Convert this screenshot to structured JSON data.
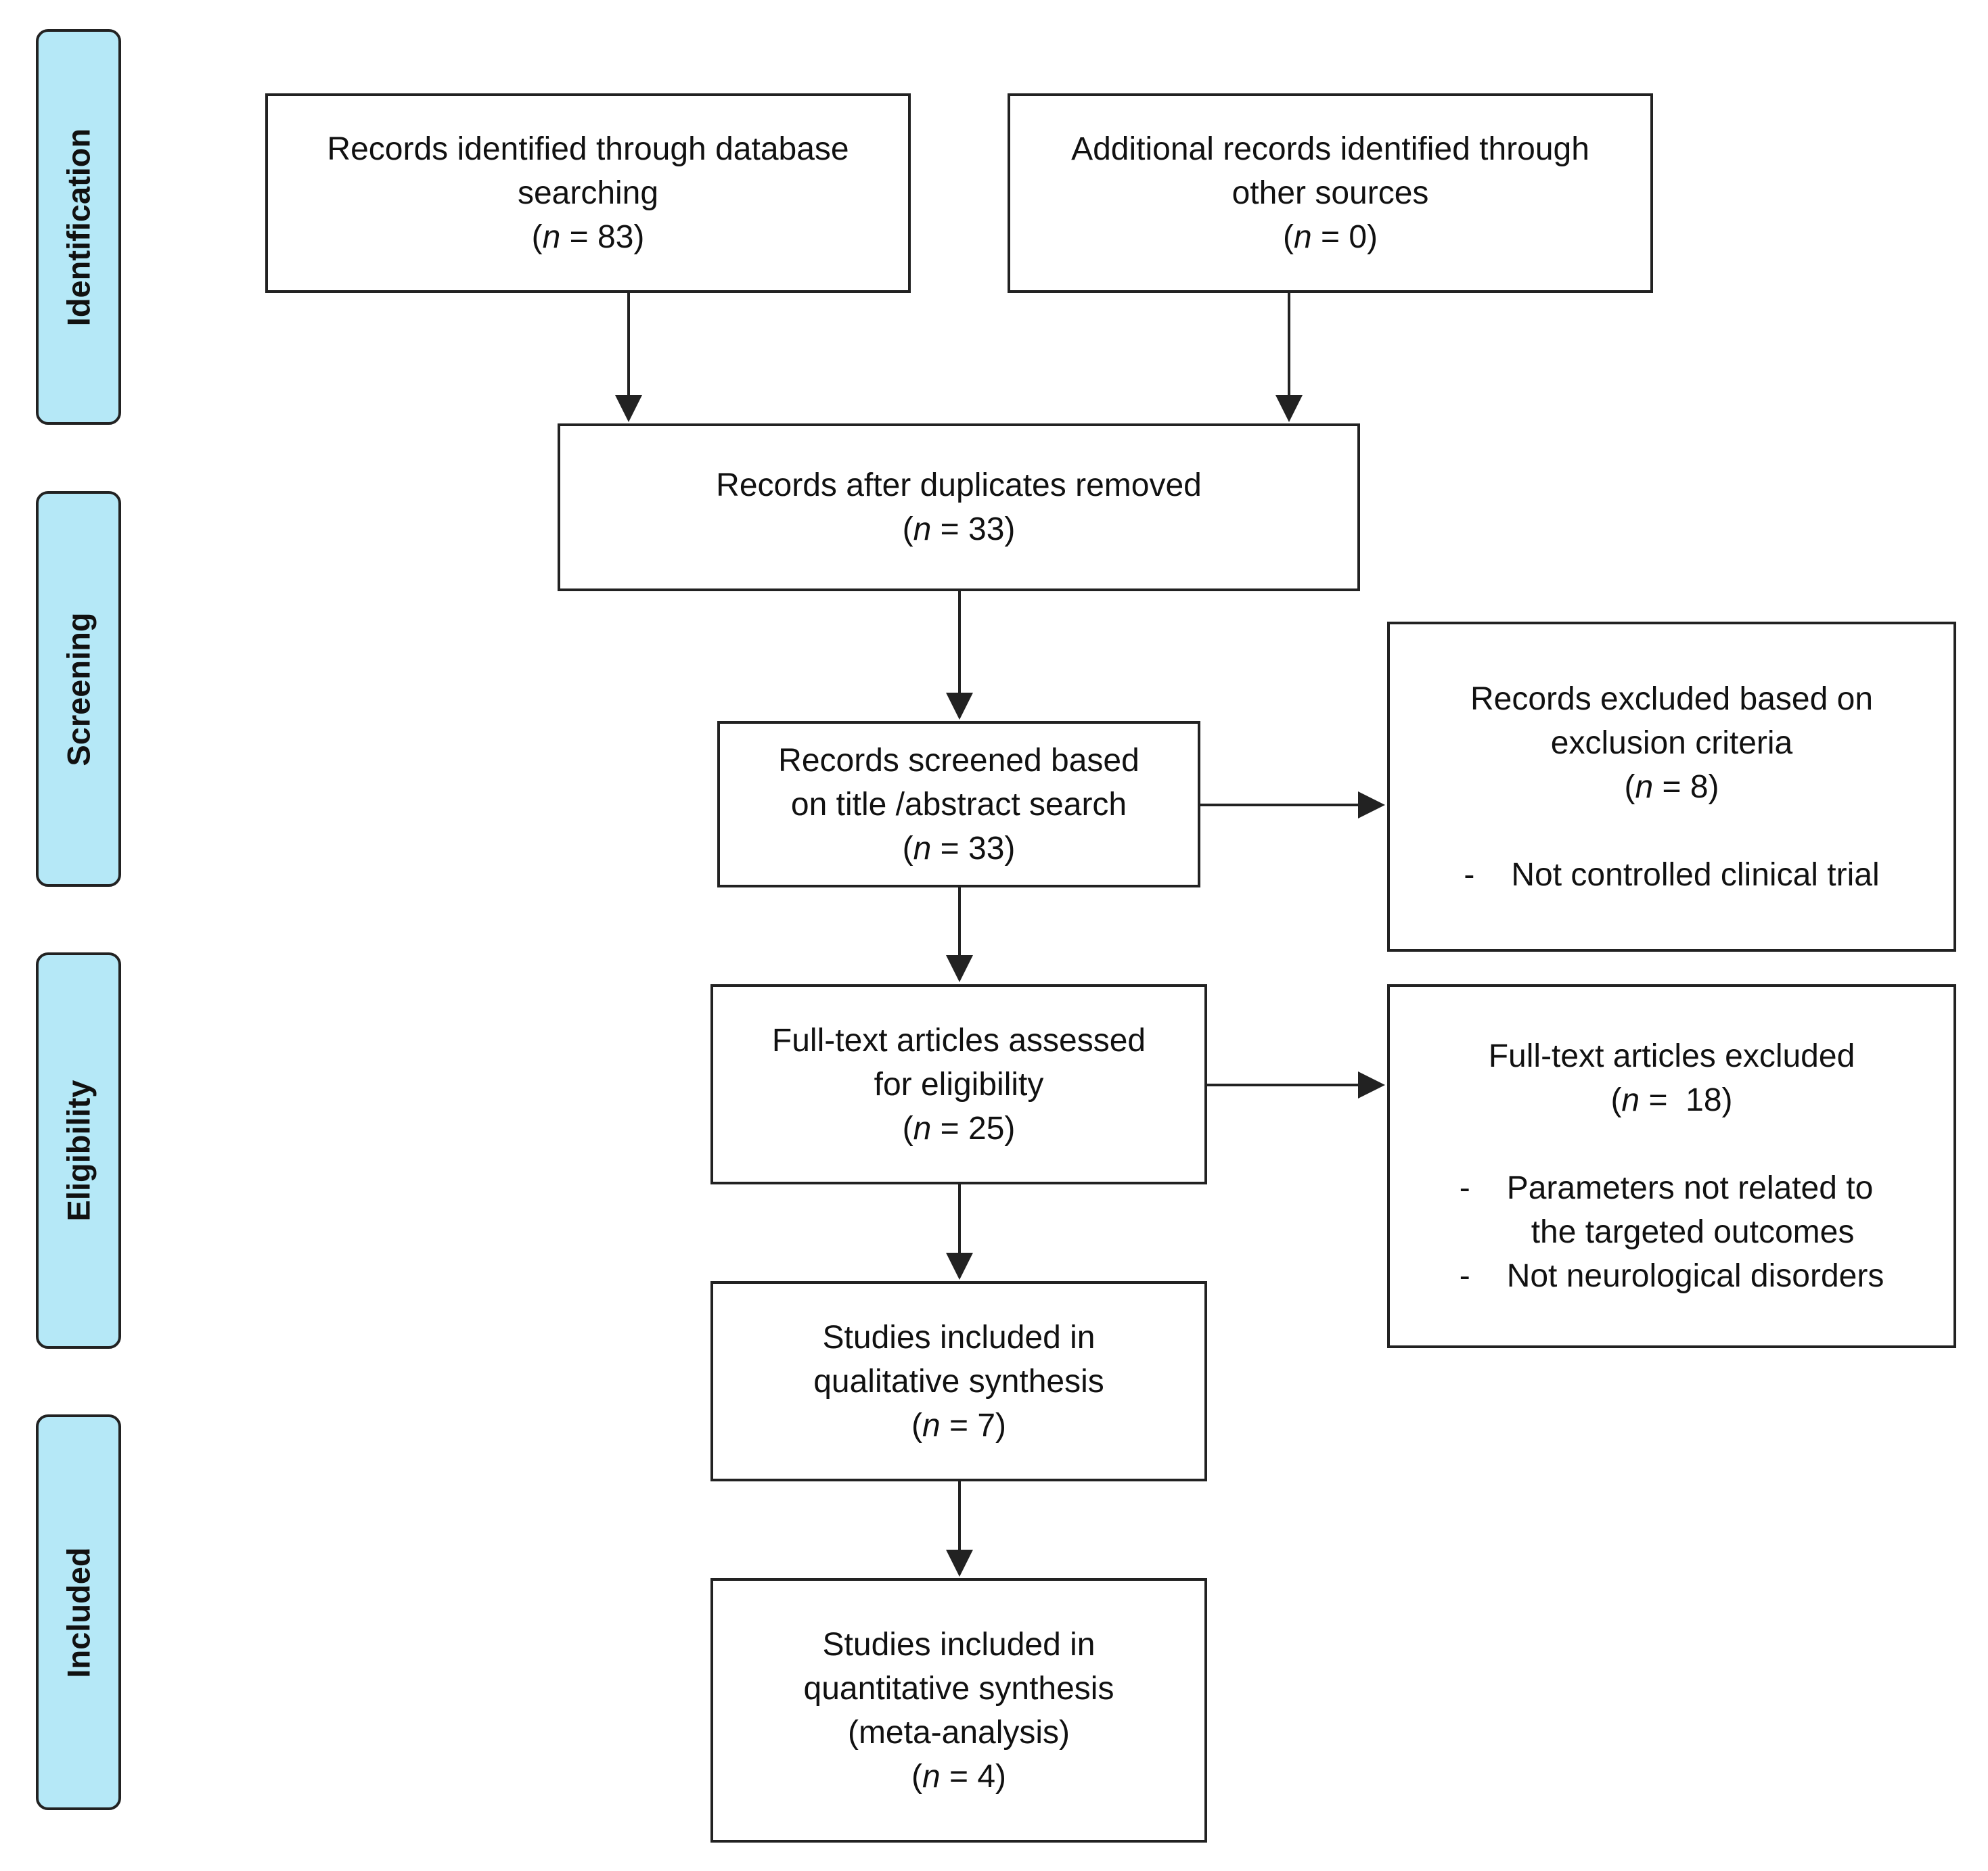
{
  "stages": {
    "identification": "Identification",
    "screening": "Screening",
    "eligibility": "Eligibility",
    "included": "Included"
  },
  "boxes": {
    "database": {
      "line1": "Records identified through database",
      "line2": "searching",
      "count": "(n = 83)",
      "n_prefix": "(",
      "n_var": "n",
      "n_rest": " = 83)"
    },
    "other_sources": {
      "line1": "Additional records identified through",
      "line2": "other sources",
      "n_prefix": "(",
      "n_var": "n",
      "n_rest": " = 0)"
    },
    "duplicates": {
      "line1": "Records after duplicates removed",
      "n_prefix": "(",
      "n_var": "n",
      "n_rest": " = 33)"
    },
    "screened": {
      "line1": "Records screened based",
      "line2": "on title /abstract search",
      "n_prefix": "(",
      "n_var": "n",
      "n_rest": " = 33)"
    },
    "excluded_records": {
      "line1": "Records excluded based on",
      "line2": "exclusion criteria",
      "n_prefix": "(",
      "n_var": "n",
      "n_rest": " = 8)",
      "bullet_dash": "-",
      "bullet": "Not controlled clinical trial"
    },
    "fulltext": {
      "line1": "Full-text articles assessed",
      "line2": "for eligibility",
      "n_prefix": "(",
      "n_var": "n",
      "n_rest": " = 25)"
    },
    "fulltext_excluded": {
      "line1": "Full-text articles excluded",
      "n_prefix": "(",
      "n_var": "n",
      "n_rest": " =  18)",
      "bullet_dash": "-",
      "bullet1a": "Parameters not related to",
      "bullet1b": "the targeted outcomes",
      "bullet2": "Not neurological disorders"
    },
    "qualitative": {
      "line1": "Studies included in",
      "line2": "qualitative synthesis",
      "n_prefix": "(",
      "n_var": "n",
      "n_rest": " = 7)"
    },
    "quantitative": {
      "line1": "Studies included in",
      "line2": "quantitative synthesis",
      "line3": "(meta-analysis)",
      "n_prefix": "(",
      "n_var": "n",
      "n_rest": " = 4)"
    }
  }
}
